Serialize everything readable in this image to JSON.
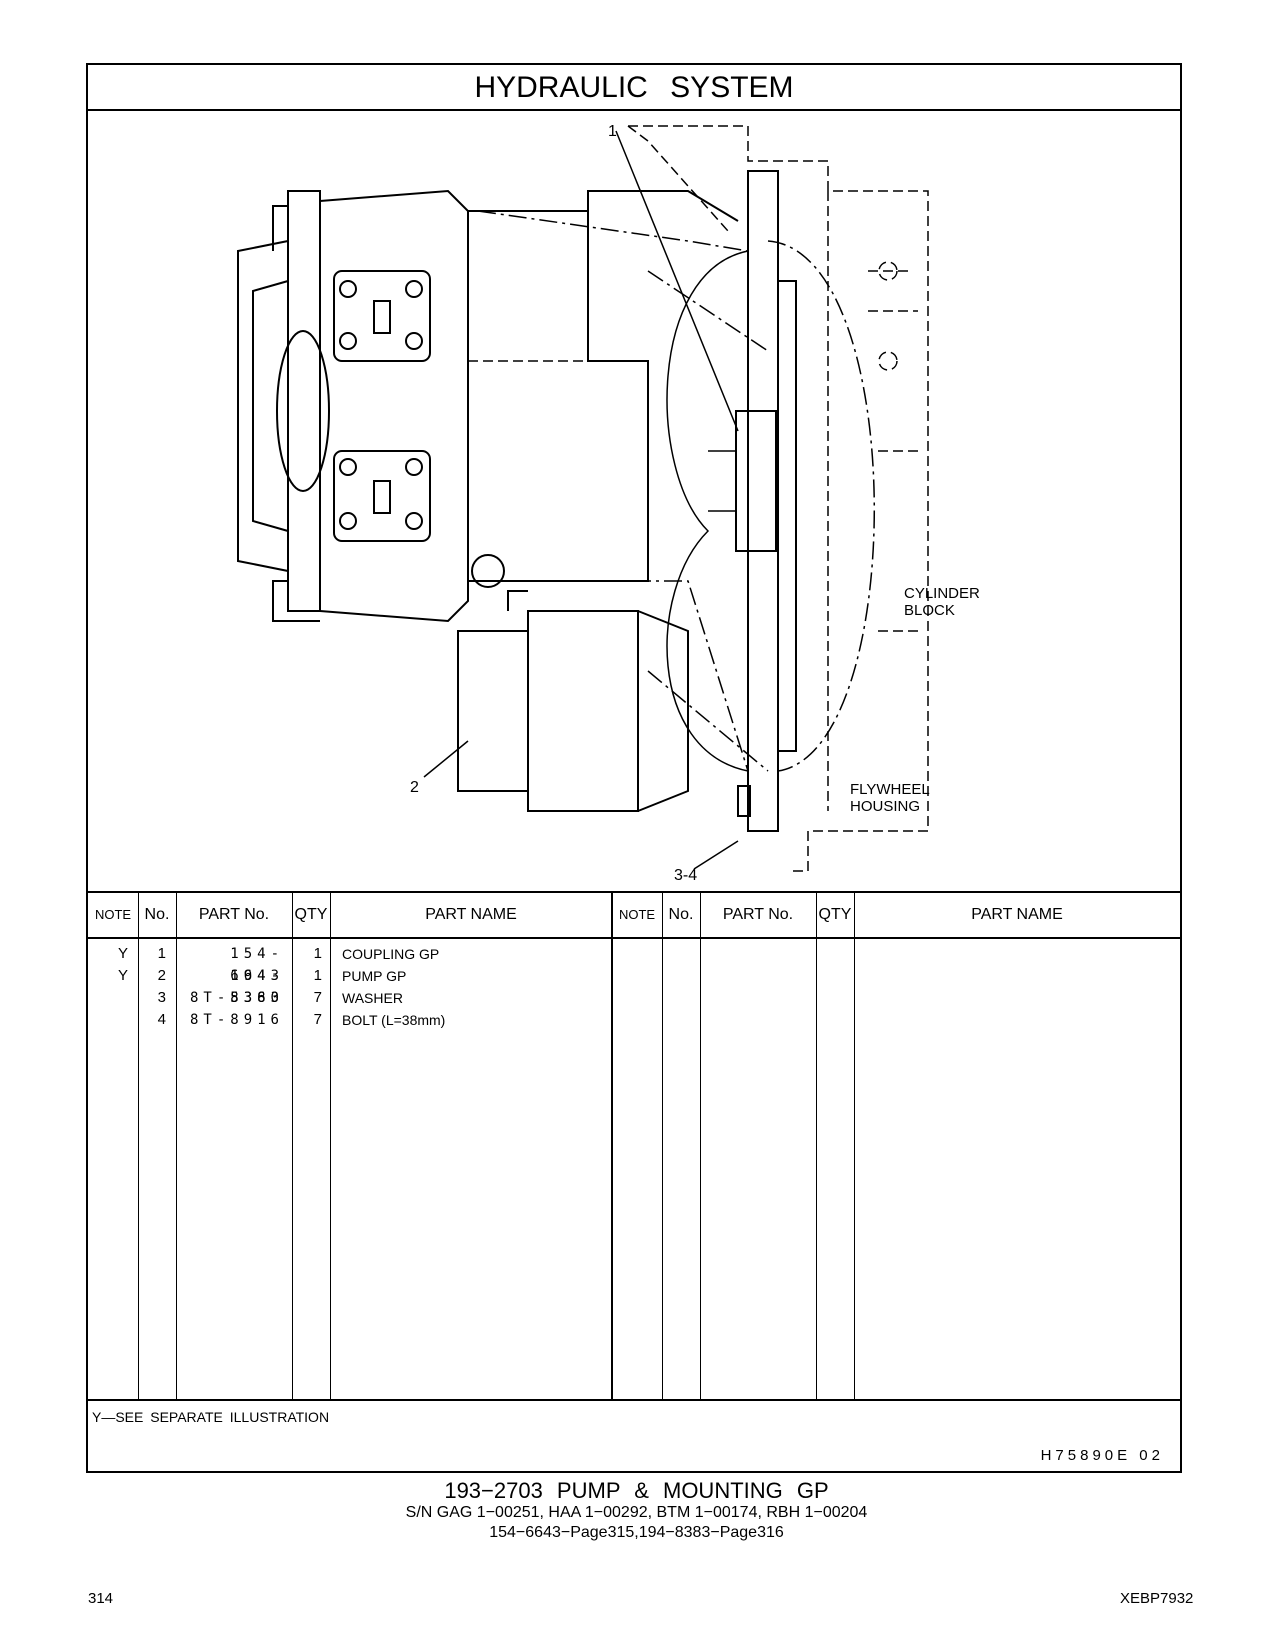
{
  "title": "HYDRAULIC   SYSTEM",
  "callouts": {
    "c1": "1",
    "c2": "2",
    "c34": "3-4",
    "cylinder_block": [
      "CYLINDER",
      "BLOCK"
    ],
    "flywheel_housing": [
      "FLYWHEEL",
      "HOUSING"
    ]
  },
  "table": {
    "headers": {
      "note": "NOTE",
      "no": "No.",
      "part_no": "PART No.",
      "qty": "QTY",
      "part_name": "PART NAME"
    },
    "rows": [
      {
        "note": "Y",
        "no": "1",
        "part_no": "154-6643",
        "qty": "1",
        "part_name": "COUPLING  GP"
      },
      {
        "note": "Y",
        "no": "2",
        "part_no": "194-8383",
        "qty": "1",
        "part_name": "PUMP  GP"
      },
      {
        "note": "",
        "no": "3",
        "part_no": "8T-5360",
        "qty": "7",
        "part_name": "WASHER"
      },
      {
        "note": "",
        "no": "4",
        "part_no": "8T-8916",
        "qty": "7",
        "part_name": "BOLT (L=38mm)"
      }
    ]
  },
  "footnote": "Y—SEE  SEPARATE  ILLUSTRATION",
  "drawing_id": "H75890E   02",
  "caption": {
    "line1": "193−2703   PUMP  &  MOUNTING  GP",
    "line2": "S/N GAG 1−00251, HAA 1−00292, BTM 1−00174, RBH 1−00204",
    "line3": "154−6643−Page315,194−8383−Page316"
  },
  "page_number": "314",
  "doc_code": "XEBP7932"
}
